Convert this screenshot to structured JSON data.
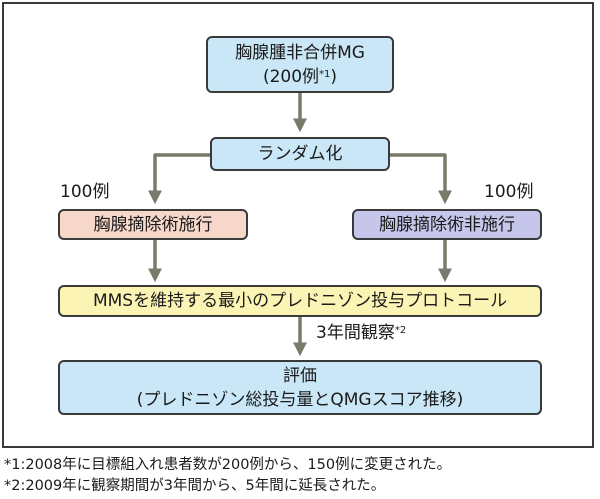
{
  "nodes": {
    "population_line1": "胸腺腫非合併MG",
    "population_line2": "(200例",
    "population_sup": "*1",
    "population_close": ")",
    "randomization": "ランダム化",
    "arm_a": "胸腺摘除術施行",
    "arm_b": "胸腺摘除術非施行",
    "protocol": "MMSを維持する最小のプレドニゾン投与プロトコール",
    "evaluation_line1": "評価",
    "evaluation_line2": "(プレドニゾン総投与量とQMGスコア推移)"
  },
  "labels": {
    "arm_a_count": "100例",
    "arm_b_count": "100例",
    "observation": "3年間観察",
    "observation_sup": "*2"
  },
  "footnotes": [
    "*1:2008年に目標組入れ患者数が200例から、150例に変更された。",
    "*2:2009年に観察期間が3年間から、5年間に延長された。"
  ],
  "colors": {
    "arrow": "#7a7a6a",
    "blue_box": "#c9e7f7",
    "pink_box": "#f7d7c9",
    "violet_box": "#c6c6ea",
    "yellow_box": "#fbf4b4"
  }
}
